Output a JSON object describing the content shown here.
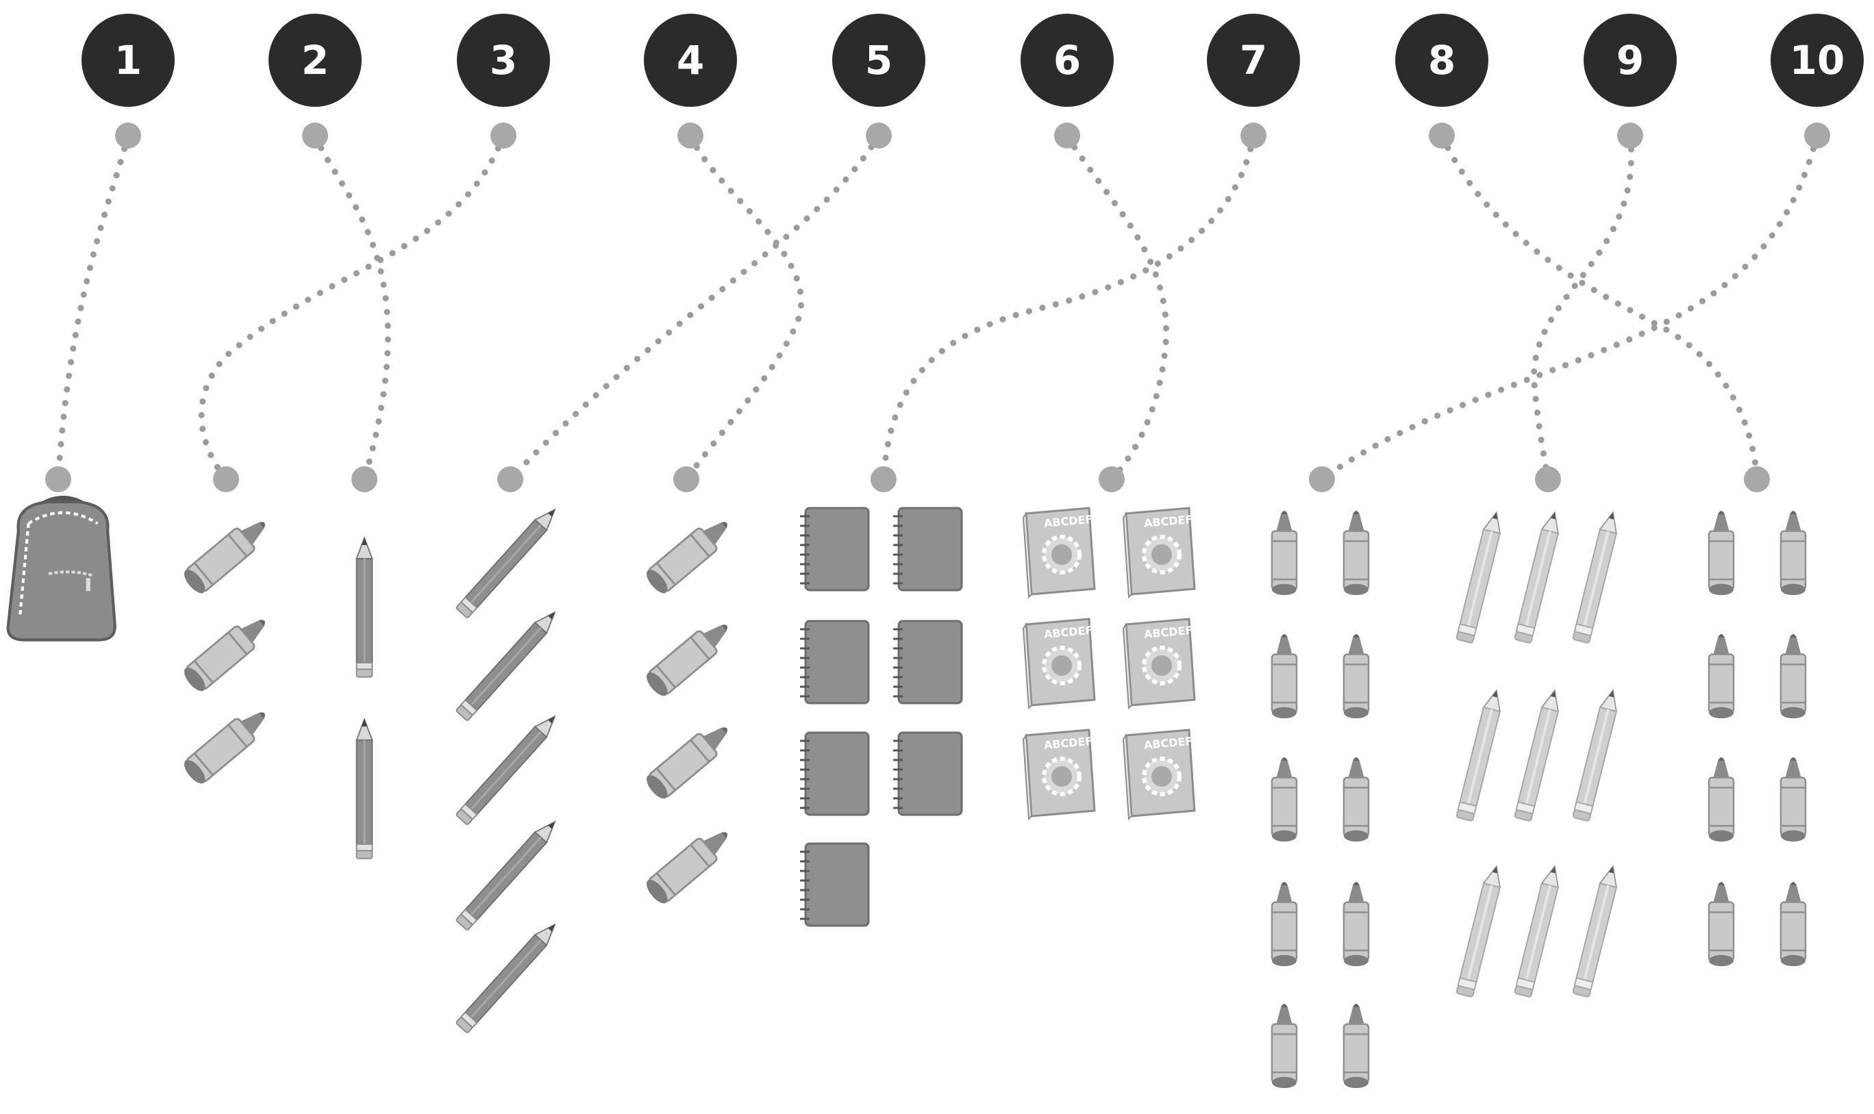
{
  "badges": [
    {
      "label": "1"
    },
    {
      "label": "2"
    },
    {
      "label": "3"
    },
    {
      "label": "4"
    },
    {
      "label": "5"
    },
    {
      "label": "6"
    },
    {
      "label": "7"
    },
    {
      "label": "8"
    },
    {
      "label": "9"
    },
    {
      "label": "10"
    }
  ],
  "groups": [
    {
      "item": "backpack",
      "count": 1,
      "matches": "1"
    },
    {
      "item": "crayon-tilted",
      "count": 3,
      "matches": "3"
    },
    {
      "item": "pencil-upright",
      "count": 2,
      "matches": "2"
    },
    {
      "item": "pencil-tilted",
      "count": 5,
      "matches": "5"
    },
    {
      "item": "crayon-tilted",
      "count": 4,
      "matches": "4"
    },
    {
      "item": "notebook",
      "count": 7,
      "matches": "7"
    },
    {
      "item": "book",
      "count": 6,
      "matches": "6"
    },
    {
      "item": "crayon-upright",
      "count": 10,
      "matches": "10"
    },
    {
      "item": "pencil-light",
      "count": 9,
      "matches": "9"
    },
    {
      "item": "crayon-upright",
      "count": 8,
      "matches": "8"
    }
  ],
  "book_cover_text": "ABCDEF",
  "colors": {
    "badge_fill": "#2b2b2b",
    "dot": "#a8a8a8",
    "path_dots": "#9a9a9a",
    "item_dark": "#7a7a7a",
    "item_mid": "#a9a9a9",
    "item_light": "#d4d4d4"
  }
}
